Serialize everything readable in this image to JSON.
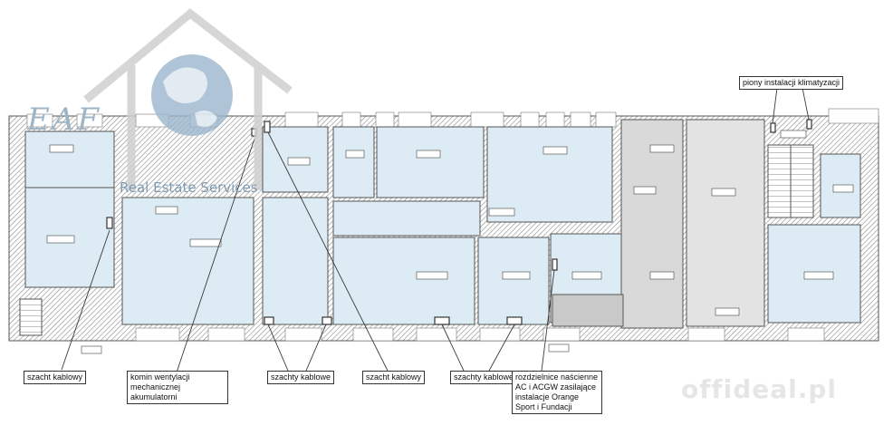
{
  "logo": {
    "brand": "EAF",
    "tagline": "Real Estate Services"
  },
  "watermark": "offideal.pl",
  "callouts": {
    "piony": "piony instalacji klimatyzacji",
    "szacht1": "szacht kablowy",
    "komin": "komin wentylacji mechanicznej akumulatorni",
    "szachty1": "szachty kablowe",
    "szacht2": "szacht kablowy",
    "szachty2": "szachty kablowe",
    "rozdzielnice": "rozdzielnice naścienne AC i ACGW zasilające instalacje Orange Sport i Fundacji"
  },
  "colors": {
    "room_fill": "#dcebf4",
    "gray_fill": "#d9d9d9",
    "wall": "#555555",
    "hatch": "#8a8a8a",
    "accent_line": "#3a3a3a"
  }
}
